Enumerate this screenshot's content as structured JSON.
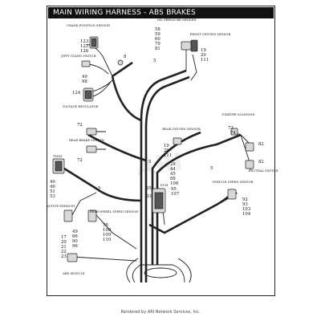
{
  "title": "MAIN WIRING HARNESS - ABS BRAKES",
  "watermark": "ARI",
  "footer": "Rendered by ARI Network Services, Inc.",
  "callouts": {
    "crank_position_sensor": "CRANK POSITION SENSOR",
    "crank_nums": [
      "123",
      "125",
      "126"
    ],
    "jiffy_stand_switch": "JIFFY STAND SWITCH",
    "jiffy_nums": [
      "49",
      "98"
    ],
    "voltage_regulator": "VOLTAGE REGULATOR",
    "voltage_num": "124",
    "oil_pressure_sensor": "OIL PRESSURE SENDER",
    "oil_nums": [
      "58",
      "59",
      "60",
      "79",
      "81"
    ],
    "front_oxygen_sensor": "FRONT OXYGEN SENSOR",
    "front_o2_nums": [
      "19",
      "20",
      "111"
    ],
    "item_8": "8",
    "item_5a": "5",
    "item_72a": "72",
    "rear_brake_switch": "REAR BRAKE SWITCH",
    "item_72b": "72",
    "starter_solenoid": "STARTER SOLENOID",
    "starter_nums": [
      "73",
      "74"
    ],
    "rear_oxygen_sensor": "REAR OXYGEN SENSOR",
    "rear_o2_nums": [
      "19",
      "20",
      "111"
    ],
    "item_82a": "82",
    "item_82b": "82",
    "neutral_switch": "NEUTRAL SWITCH",
    "center_nums": [
      "28",
      "44",
      "45",
      "88",
      "106"
    ],
    "item_5b": "5",
    "item_5c": "5",
    "tssm": "TSSM",
    "tssm_nums": [
      "40",
      "46",
      "51",
      "53"
    ],
    "ecm": "ECM",
    "item_35": "35",
    "item_33": "33",
    "ecm_nums": [
      "95",
      "107"
    ],
    "vehicle_speed_sensor": "VEHICLE SPEED SENSOR",
    "vss_nums": [
      "92",
      "93",
      "103",
      "104"
    ],
    "active_exhaust": "ACTIVE EXHAUST",
    "item_5d": "5",
    "rear_wheel_speed_sensor": "REAR WHEEL SPEED SENSOR",
    "rwss_nums": [
      "58",
      "108",
      "109",
      "110"
    ],
    "abs_nums": [
      "49",
      "66",
      "90",
      "96",
      "17",
      "20",
      "21",
      "22",
      "23"
    ],
    "abs_module": "ABS MODULE"
  }
}
